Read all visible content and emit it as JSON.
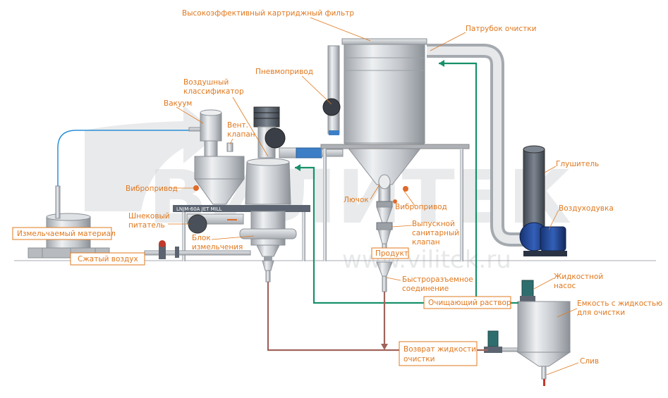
{
  "watermark": {
    "brand": "ВИЛИТЕК",
    "url": "www.vilitek.ru"
  },
  "machine_label": "LNJM-60A JET MILL",
  "labels": {
    "filter": "Высокоэффективный картриджный фильтр",
    "cleaning_nozzle": "Патрубок очистки",
    "pneumatic_drive": "Пневмопривод",
    "classifier_line1": "Воздушный",
    "classifier_line2": "классификатор",
    "vacuum": "Вакуум",
    "vent_valve_line1": "Вент.",
    "vent_valve_line2": "клапан",
    "vibro_drive_left": "Вибропривод",
    "screw_feeder_line1": "Шнековый",
    "screw_feeder_line2": "питатель",
    "mill_block_line1": "Блок",
    "mill_block_line2": "измельчения",
    "hatch": "Лючок",
    "vibro_drive_right": "Вибропривод",
    "outlet_valve_line1": "Выпускной",
    "outlet_valve_line2": "санитарный",
    "outlet_valve_line3": "клапан",
    "product": "Продукт",
    "quick_connect_line1": "Быстроразъемное",
    "quick_connect_line2": "соединение",
    "silencer": "Глушитель",
    "blower": "Воздуходувка",
    "pump_line1": "Жидкостной",
    "pump_line2": "насос",
    "tank_line1": "Емкость с жидкостью",
    "tank_line2": "для очистки",
    "drain": "Слив"
  },
  "boxes": {
    "material": "Измельчаемый материал",
    "compressed_air": "Сжатый воздух",
    "cleaning_solution": "Очищающий раствор",
    "return_line1": "Возврат жидкости",
    "return_line2": "очистки"
  },
  "colors": {
    "label": "#e0781e",
    "green_line": "#17906a",
    "return_line": "#a0645a",
    "blue_line": "#2a8fd6",
    "steel": "#c9ccd0",
    "motor_blue": "#1f3f8a"
  }
}
